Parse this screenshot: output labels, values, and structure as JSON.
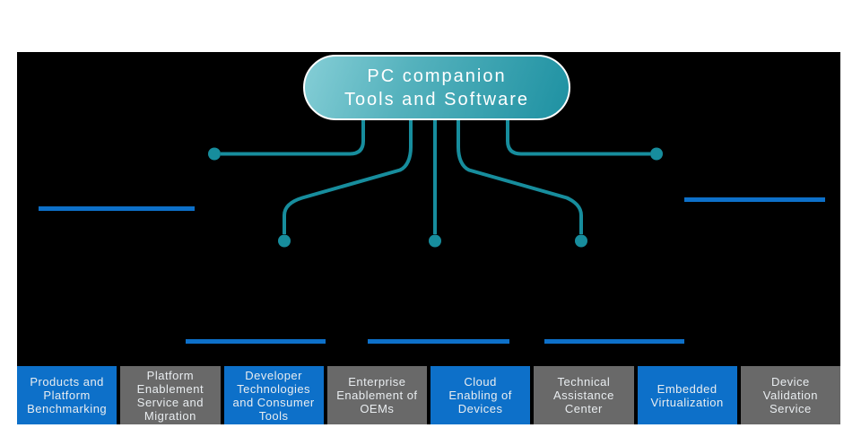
{
  "colors": {
    "page_bg": "#ffffff",
    "canvas_bg": "#000000",
    "accent_blue": "#0d70c9",
    "box_gray": "#696969",
    "teal_line": "#178d9d",
    "pill_gradient_start": "#85ced6",
    "pill_gradient_end": "#1e91a2",
    "text_light": "#e9edf0"
  },
  "hub": {
    "title": "PC companion\nTools and Software"
  },
  "boxes": [
    {
      "label": "Products and\nPlatform\nBenchmarking",
      "variant": "blue"
    },
    {
      "label": "Platform\nEnablement\nService and\nMigration",
      "variant": "gray"
    },
    {
      "label": "Developer\nTechnologies\nand Consumer\nTools",
      "variant": "blue"
    },
    {
      "label": "Enterprise\nEnablement of\nOEMs",
      "variant": "gray"
    },
    {
      "label": "Cloud\nEnabling of\nDevices",
      "variant": "blue"
    },
    {
      "label": "Technical\nAssistance\nCenter",
      "variant": "gray"
    },
    {
      "label": "Embedded\nVirtualization",
      "variant": "blue"
    },
    {
      "label": "Device\nValidation\nService",
      "variant": "gray"
    }
  ]
}
